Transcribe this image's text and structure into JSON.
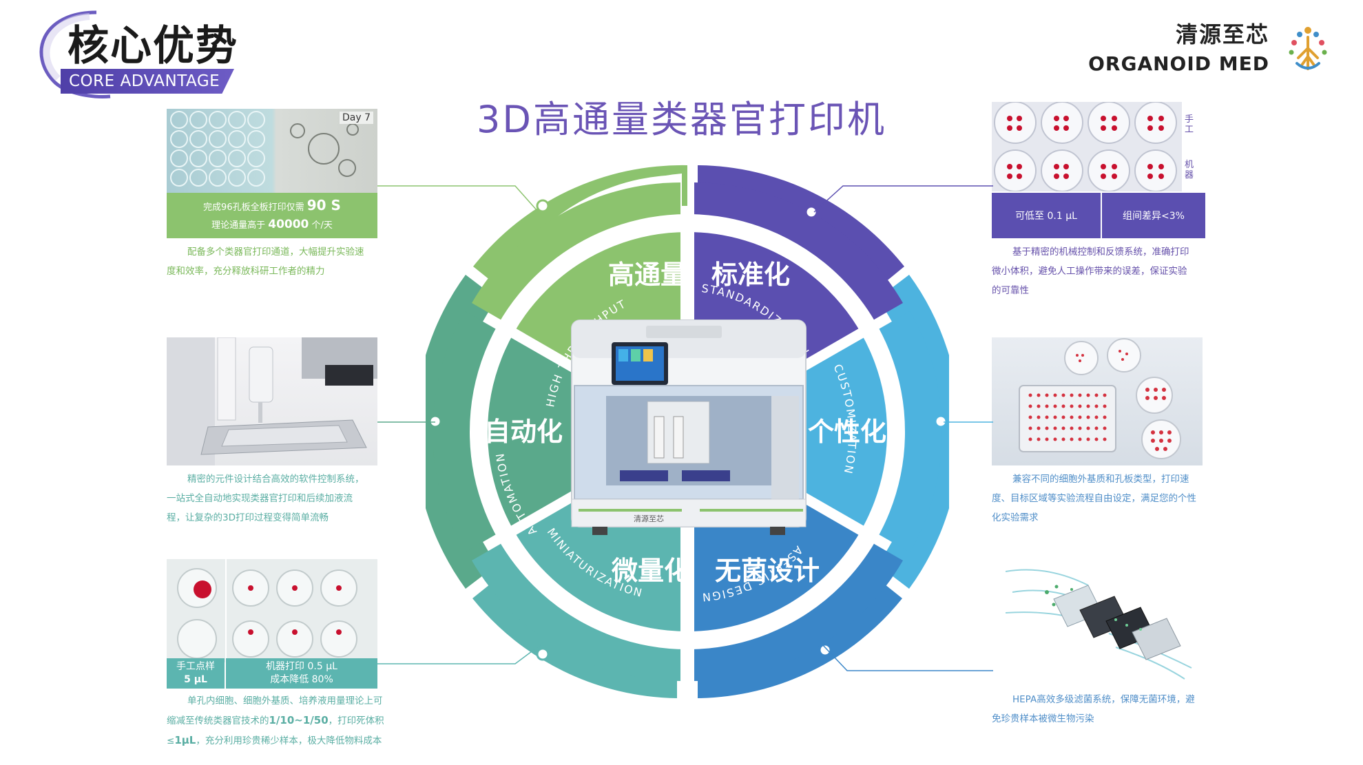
{
  "header": {
    "title_cn": "核心优势",
    "title_en": "CORE ADVANTAGE"
  },
  "logo": {
    "name_cn": "清源至芯",
    "name_en": "ORGANOID MED"
  },
  "main_title": "3D高通量类器官打印机",
  "wheel": {
    "ring_labels": {
      "high_throughput": "HIGH THROUGHPUT",
      "standardization": "STANDARDIZATION",
      "customization": "CUSTOMIZATION",
      "aseptic_design": "ASEPTIC DESIGN",
      "miniaturization": "MINIATURIZATION",
      "automation": "AUTOMATION"
    },
    "segments": {
      "high_throughput": "高通量",
      "standardization": "标准化",
      "customization": "个性化",
      "aseptic_design": "无菌设计",
      "miniaturization": "微量化",
      "automation": "自动化"
    },
    "printer_brand": "清源至芯"
  },
  "panels": {
    "high_throughput": {
      "day_label": "Day 7",
      "stat_line1_prefix": "完成96孔板全板打印仅需",
      "stat_line1_value": "90 S",
      "stat_line2_prefix": "理论通量高于",
      "stat_line2_value": "40000",
      "stat_line2_suffix": "个/天",
      "desc_line1": "配备多个类器官打印通道，大幅提升实验速",
      "desc_line2": "度和效率，充分释放科研工作者的精力"
    },
    "automation": {
      "desc_line1": "精密的元件设计结合高效的软件控制系统，",
      "desc_line2": "一站式全自动地实现类器官打印和后续加液流",
      "desc_line3": "程，让复杂的3D打印过程变得简单流畅"
    },
    "miniaturization": {
      "manual_label": "手工点样",
      "manual_value": "5 μL",
      "machine_label": "机器打印 0.5 μL",
      "machine_cost": "成本降低 80%",
      "desc_line1": "单孔内细胞、细胞外基质、培养液用量理论上可",
      "desc_line2_prefix": "缩减至传统类器官技术的",
      "desc_line2_value": "1/10~1/50",
      "desc_line2_suffix": "，打印死体积",
      "desc_line3_prefix": "≤",
      "desc_line3_value": "1μL",
      "desc_line3_suffix": "，充分利用珍贵稀少样本，极大降低物料成本"
    },
    "standardization": {
      "side_label_manual": "手工",
      "side_label_machine": "机器",
      "stat_left": "可低至 0.1 μL",
      "stat_right": "组间差异<3%",
      "desc_line1": "基于精密的机械控制和反馈系统，准确打印",
      "desc_line2": "微小体积，避免人工操作带来的误差，保证实验",
      "desc_line3": "的可靠性"
    },
    "customization": {
      "desc_line1": "兼容不同的细胞外基质和孔板类型，打印速",
      "desc_line2": "度、目标区域等实验流程自由设定，满足您的个性",
      "desc_line3": "化实验需求"
    },
    "aseptic": {
      "desc_line1": "HEPA高效多级滤菌系统，保障无菌环境，避",
      "desc_line2": "免珍贵样本被微生物污染"
    }
  },
  "colors": {
    "green": "#8cc36e",
    "teal_green": "#5aa98b",
    "teal": "#5cb5b0",
    "purple": "#5b4fb0",
    "sky": "#4db3df",
    "blue": "#3a86c8",
    "title_purple": "#6a54b5"
  }
}
